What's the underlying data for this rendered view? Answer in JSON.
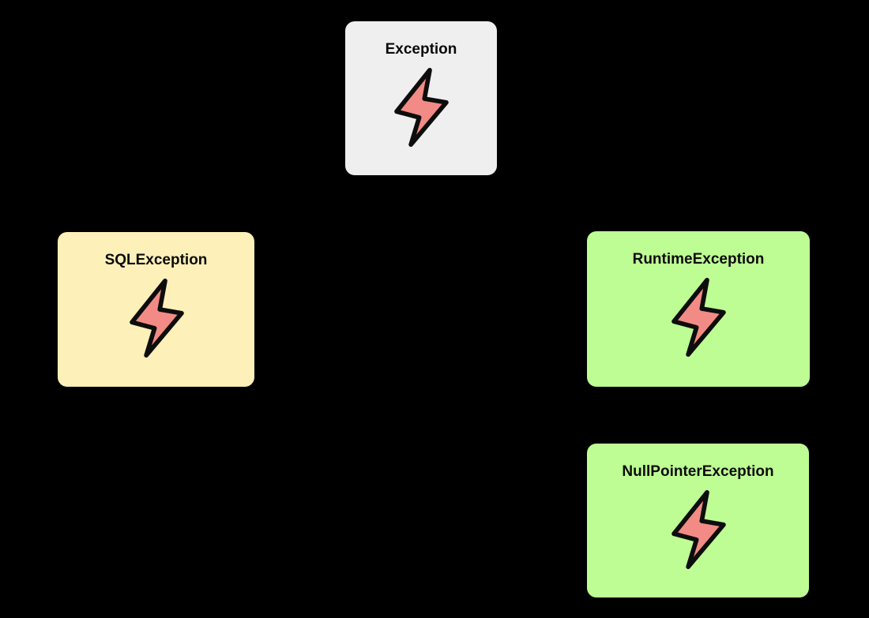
{
  "diagram": {
    "background": "#000000",
    "bolt_icon": {
      "glyph": "lightning-bolt",
      "fill": "#F28B85",
      "stroke": "#0D0D0D"
    },
    "nodes": [
      {
        "id": "exception",
        "label": "Exception",
        "fill": "#EFEFEF"
      },
      {
        "id": "sqlexception",
        "label": "SQLException",
        "fill": "#FDF0B8"
      },
      {
        "id": "runtimeexception",
        "label": "RuntimeException",
        "fill": "#BEFD94"
      },
      {
        "id": "nullpointerexception",
        "label": "NullPointerException",
        "fill": "#BEFD94"
      }
    ]
  }
}
